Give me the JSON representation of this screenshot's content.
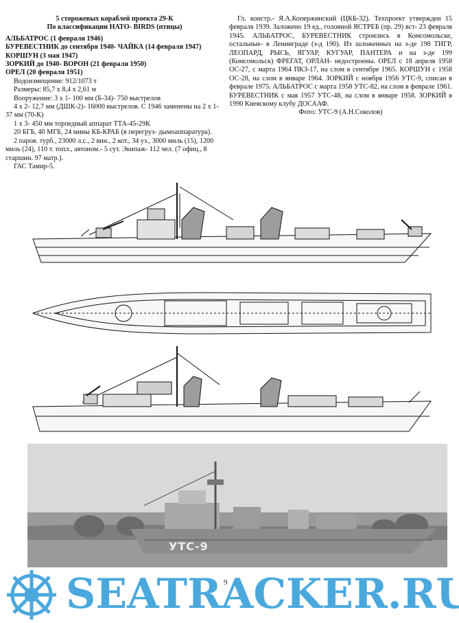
{
  "left_column": {
    "title_line1": "5 сторожевых кораблей проекта 29-К",
    "title_line2": "По классификации НАТО- BIRDS (птицы)",
    "names": [
      "АЛЬБАТРОС (1 февраля 1946)",
      "БУРЕВЕСТНИК до сентября 1940- ЧАЙКА (14 февраля 1947)",
      "КОРШУН (3 мая 1947)",
      "ЗОРКИЙ до 1940- ВОРОН (21 февраля 1950)",
      "ОРЕЛ (20 февраля 1951)"
    ],
    "specs": [
      "Водоизмещение: 912/1073 т",
      "Размеры: 85,7 х 8,4 х 2,61 м",
      "Вооружение: 3 х 1- 100 мм (Б-34)- 750 выстрелов",
      "4 х 2- 12,7 мм (ДШК-2)- 16000 выстрелов. С 1946 заменены на 2 х 1- 37 мм (70-К)",
      "1 х 3- 450 мм торпедный аппарат ТТА-45-29К",
      "20 БГБ, 40 МГБ, 24 мины КБ-КРАБ (в перегруз- дымоаппаратура).",
      "2 паров. турб., 23000 л.с., 2 вин., 2 кот., 34 уз., 3000 миль (15), 1200 миль (24), 110 т. топл., автоном.- 5 сут. Экипаж- 112 чел. (7 офиц., 8 старшин. 97 матр.).",
      "ГАС Тамир-5."
    ]
  },
  "right_column": {
    "paragraph": "Гл. констр.- Я.А.Копержинский (ЦКБ-32). Техпроект утвержден 15 февраля 1939. Заложено 19 ед., головной ЯСТРЕБ (пр. 29) вст- 23 февраля 1945. АЛЬБАТРОС, БУРЕВЕСТНИК строились в Комсомольске, остальные- в Ленинграде (з-д 190). Из заложенных на з-де 198 ТИГР, ЛЕОПАРД, РЫСЬ, ЯГУАР, КУГУАР, ПАНТЕРА и на з-де 199 (Комсомольск) ФРЕГАТ, ОРЛАН- недостроены. ОРЕЛ с 18 апреля 1958 ОС-27, с марта 1964 ПКЗ-17, на слом в сентябре 1965. КОРШУН с 1958 ОС-28, на слом в январе 1964. ЗОРКИЙ с ноября 1956 УТС-9, списан в феврале 1975. АЛЬБАТРОС с марта 1958 УТС-82, на слом в феврале 1961. БУРЕВЕСТНИК с мая 1957 УТС-48, на слом в январе 1958. ЗОРКИЙ в 1990 Киевскому клубу ДОСААФ.",
    "photo_credit": "Фото: УТС-9 (А.Н.Соколов)"
  },
  "photo": {
    "hull_number": "УТС-9"
  },
  "page_number": "9",
  "watermark": "SEATRACKER.RU",
  "colors": {
    "ink": "#111111",
    "watermark": "#4aa8dd",
    "photo_sky": "#d8d8d8",
    "photo_water": "#9a9a9a"
  }
}
